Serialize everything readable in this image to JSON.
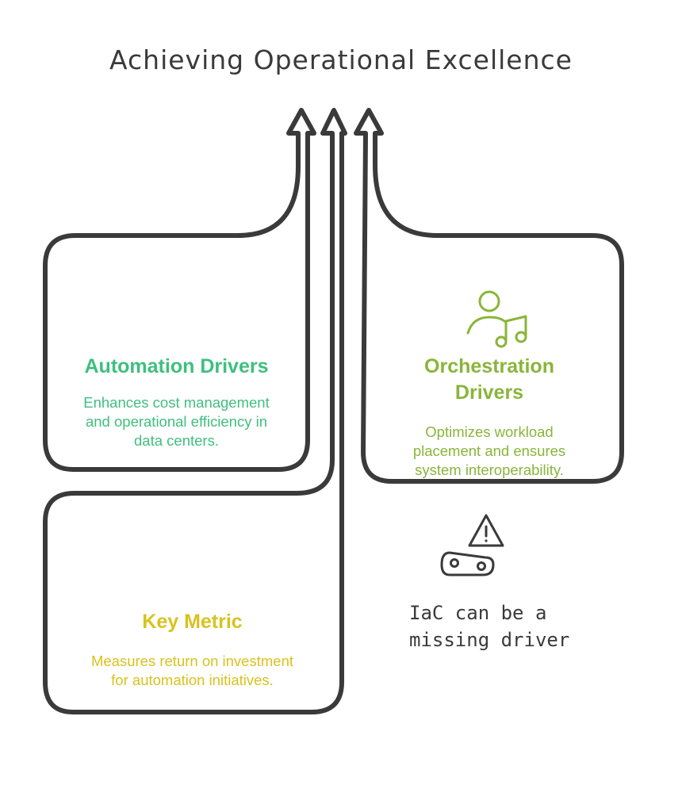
{
  "title": "Achieving Operational Excellence",
  "colors": {
    "outline": "#3a3a3a",
    "automation": "#3fbf7f",
    "orchestration": "#8ab53a",
    "key_metric": "#d9c21e",
    "warning_icon": "#3a3a3a"
  },
  "boxes": {
    "automation": {
      "title": "Automation Drivers",
      "description": "Enhances cost management and operational efficiency in data centers."
    },
    "orchestration": {
      "title": "Orchestration Drivers",
      "description": "Optimizes workload placement and ensures system interoperability.",
      "icon": "person-music-icon"
    },
    "key_metric": {
      "title": "Key Metric",
      "description": "Measures return on investment for automation initiatives."
    }
  },
  "note": {
    "text": "IaC can be a missing driver",
    "icons": [
      "warning-icon",
      "conveyor-icon"
    ]
  }
}
